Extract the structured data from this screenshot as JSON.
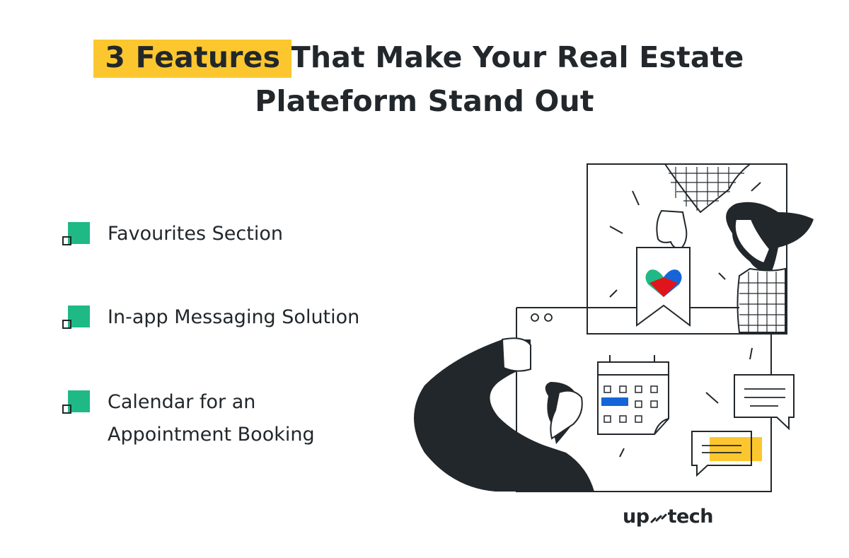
{
  "title": {
    "highlight": "3 Features",
    "line1_rest": " That Make Your Real Estate",
    "line2": "Plateform Stand Out"
  },
  "features": [
    {
      "label_lines": [
        "Favourites Section"
      ]
    },
    {
      "label_lines": [
        "In-app Messaging Solution"
      ]
    },
    {
      "label_lines": [
        "Calendar for an",
        "Appointment Booking"
      ]
    }
  ],
  "logo": {
    "left": "up",
    "right": "tech",
    "mark_icon": "dash-arrow-icon"
  },
  "colors": {
    "highlight": "#fcc72e",
    "bullet": "#1fb985",
    "ink": "#22272b",
    "accent_blue": "#1565d8",
    "accent_red": "#e0151c",
    "accent_green": "#1fb985"
  },
  "illustration": {
    "icons": [
      "hand-icon",
      "bookmark-heart-icon",
      "person-icon",
      "calendar-icon",
      "chat-bubble-icon",
      "arm-icon"
    ]
  }
}
